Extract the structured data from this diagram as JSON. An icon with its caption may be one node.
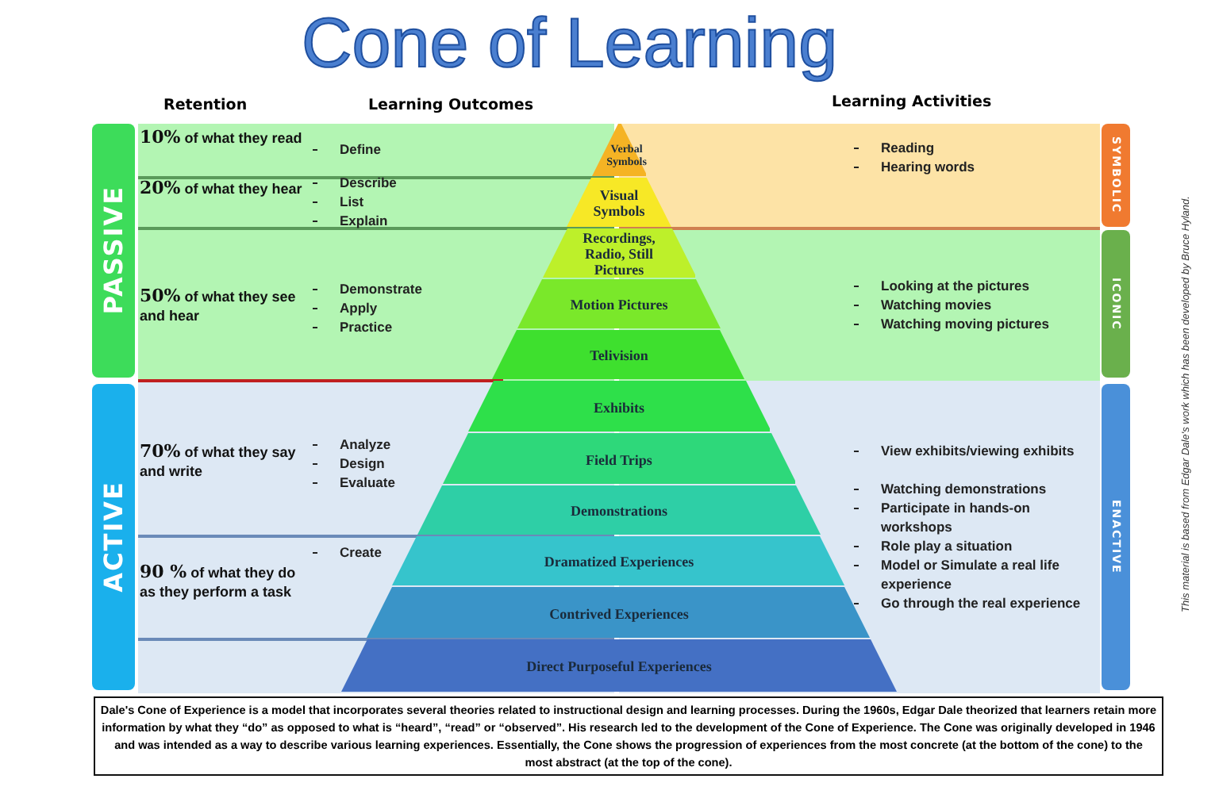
{
  "diagram": {
    "title": "Cone of Learning",
    "caption": "Dale's Cone of Experience is a model that incorporates several theories related to instructional design and learning processes.  During the 1960s, Edgar Dale theorized that learners retain more information by what they “do” as opposed to what is “heard”, “read” or “observed”.  His research led to the development of the Cone of Experience. The Cone was originally developed in 1946 and was intended as a way to describe various learning experiences. Essentially, the Cone shows the progression of experiences from the most concrete (at the bottom of the cone) to the most abstract (at the top of the cone).",
    "nodes": [
      {
        "text": [
          "PASSIVE"
        ]
      },
      {
        "text": [
          "ACTIVE"
        ]
      },
      {
        "text": [
          "SYMBOLIC"
        ]
      },
      {
        "text": [
          "ICONIC"
        ]
      },
      {
        "text": [
          "ENACTIVE"
        ]
      },
      {
        "text": [
          "Verbal Symbols"
        ]
      },
      {
        "text": [
          "Visual Symbols"
        ]
      },
      {
        "text": [
          "Recordings, Radio, Still Pictures"
        ]
      },
      {
        "text": [
          "Motion Pictures"
        ]
      },
      {
        "text": [
          "Telivision"
        ]
      },
      {
        "text": [
          "Exhibits"
        ]
      },
      {
        "text": [
          "Field Trips"
        ]
      },
      {
        "text": [
          "Demonstrations"
        ]
      },
      {
        "text": [
          "Dramatized Experiences"
        ]
      },
      {
        "text": [
          "Contrived Experiences"
        ]
      },
      {
        "text": [
          "Direct Purposeful Experiences"
        ]
      }
    ],
    "labels": [
      "Retention",
      "Learning Outcomes",
      "Learning Activities",
      "**10%** of what they read",
      "Define",
      "Reading",
      "Hearing words",
      "**20%** of what they hear",
      "Describe",
      "List",
      "Explain",
      "**50%** of what they see and hear",
      "Demonstrate",
      "Apply",
      "Practice",
      "Looking at the pictures",
      "Watching movies",
      "Watching moving pictures",
      "**70%** of what they say and write",
      "Analyze",
      "Design",
      "Evaluate",
      "View exhibits/viewing exhibits",
      "Watching demonstrations",
      "Participate in hands-on workshops",
      "Role play a situation",
      "Model or Simulate a real life experience",
      "Go through the real experience",
      "Create",
      "**90 %** of what they do as they perform a task",
      "This material is based from Edgar Dale's work which has been developed by Bruce Hyland."
    ]
  }
}
